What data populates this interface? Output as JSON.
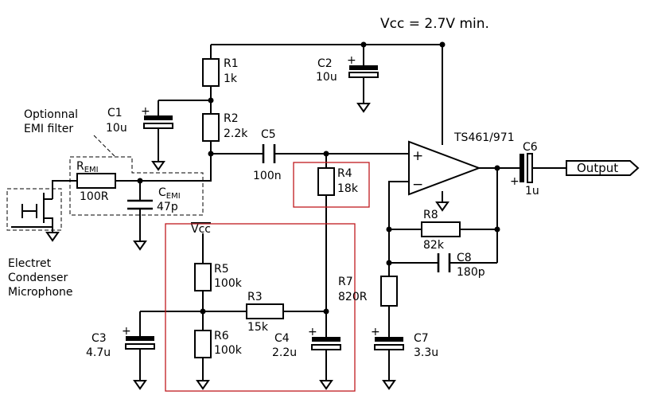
{
  "supply": {
    "label": "Vcc = 2.7V min."
  },
  "opamp": {
    "name": "TS461/971",
    "plus": "+",
    "minus": "−"
  },
  "output": {
    "label": "Output"
  },
  "emi_filter": {
    "label_line1": "Optionnal",
    "label_line2": "EMI filter"
  },
  "microphone": {
    "line1": "Electret",
    "line2": "Condenser",
    "line3": "Microphone"
  },
  "bias_block": {
    "vcc_label": "Vcc"
  },
  "components": {
    "R1": {
      "name": "R1",
      "value": "1k"
    },
    "R2": {
      "name": "R2",
      "value": "2.2k"
    },
    "R3": {
      "name": "R3",
      "value": "15k"
    },
    "R4": {
      "name": "R4",
      "value": "18k"
    },
    "R5": {
      "name": "R5",
      "value": "100k"
    },
    "R6": {
      "name": "R6",
      "value": "100k"
    },
    "R7": {
      "name": "R7",
      "value": "820R"
    },
    "R8": {
      "name": "R8",
      "value": "82k"
    },
    "REMI": {
      "name": "R",
      "sub": "EMI",
      "value": "100R"
    },
    "C1": {
      "name": "C1",
      "value": "10u"
    },
    "C2": {
      "name": "C2",
      "value": "10u"
    },
    "C3": {
      "name": "C3",
      "value": "4.7u"
    },
    "C4": {
      "name": "C4",
      "value": "2.2u"
    },
    "C5": {
      "name": "C5",
      "value": "100n"
    },
    "C6": {
      "name": "C6",
      "value": "1u"
    },
    "C7": {
      "name": "C7",
      "value": "3.3u"
    },
    "C8": {
      "name": "C8",
      "value": "180p"
    },
    "CEMI": {
      "name": "C",
      "sub": "EMI",
      "value": "47p"
    }
  },
  "polarity_mark": "+"
}
